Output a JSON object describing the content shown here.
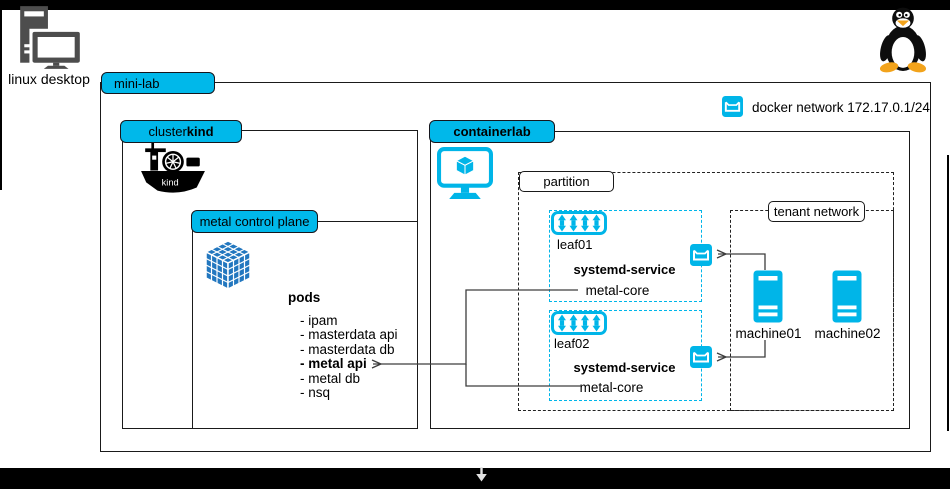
{
  "colors": {
    "accent": "#00b5e8",
    "label_fill": "#00b8ea",
    "kube_blue": "#2277bf",
    "icon_gray": "#4d4d4d",
    "connector": "#3d3d3d",
    "frame_bar": "#000000"
  },
  "desktop": {
    "label": "linux desktop"
  },
  "minilab": {
    "label": "mini-lab"
  },
  "cluster": {
    "label_prefix": "cluster ",
    "label_bold": "kind",
    "kind_logo_text": "kind",
    "control_plane": {
      "label": "metal control plane",
      "pods_title": "pods",
      "pods": [
        {
          "label": "- ipam"
        },
        {
          "label": "- masterdata api"
        },
        {
          "label": "- masterdata db"
        },
        {
          "label": "- metal api"
        },
        {
          "label": "- metal db"
        },
        {
          "label": "- nsq"
        }
      ]
    }
  },
  "containerlab": {
    "label": "containerlab",
    "docker_legend": {
      "label": "docker network 172.17.0.1/24"
    },
    "partition": {
      "label": "partition",
      "leaves": [
        {
          "name": "leaf01",
          "service_title": "systemd-service",
          "service": "metal-core"
        },
        {
          "name": "leaf02",
          "service_title": "systemd-service",
          "service": "metal-core"
        }
      ]
    },
    "tenant": {
      "label": "tenant network",
      "machines": [
        {
          "name": "machine01"
        },
        {
          "name": "machine02"
        }
      ]
    }
  }
}
